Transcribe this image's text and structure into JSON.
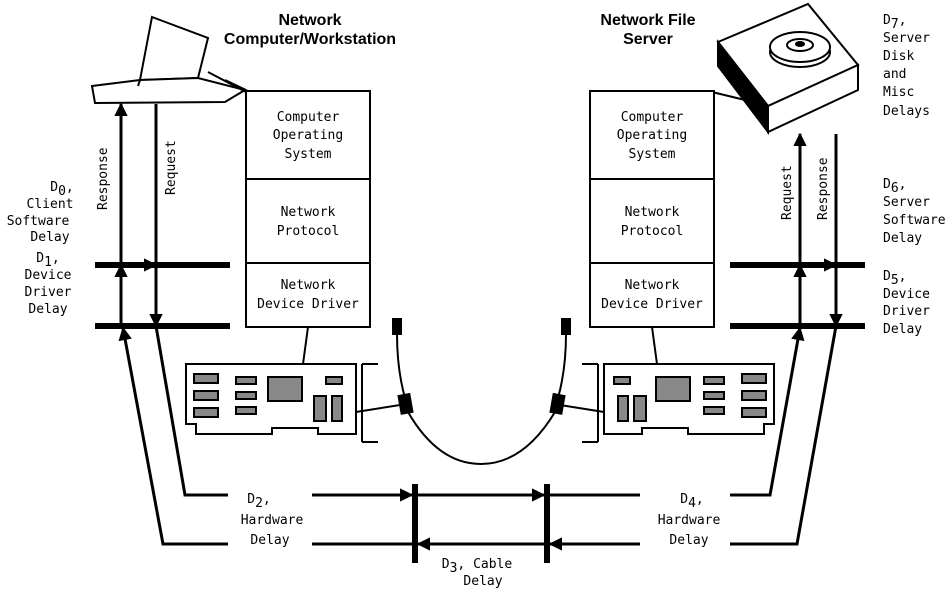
{
  "titles": {
    "workstation": [
      "Network",
      "Computer/Workstation"
    ],
    "server": [
      "Network File",
      "Server"
    ]
  },
  "stack_layers": [
    "Computer Operating System",
    "Network Protocol",
    "Network Device Driver"
  ],
  "client_stack": {
    "os": [
      "Computer",
      "Operating",
      "System"
    ],
    "protocol": [
      "Network",
      "Protocol"
    ],
    "driver": [
      "Network",
      "Device Driver"
    ]
  },
  "server_stack": {
    "os": [
      "Computer",
      "Operating",
      "System"
    ],
    "protocol": [
      "Network",
      "Protocol"
    ],
    "driver": [
      "Network",
      "Device Driver"
    ]
  },
  "arrows": {
    "client_response": "Response",
    "client_request": "Request",
    "server_request": "Request",
    "server_response": "Response"
  },
  "delays": {
    "d0": {
      "sym": "D",
      "sub": "0",
      "suffix": ",",
      "lines": [
        "Client",
        "Software",
        "Delay"
      ]
    },
    "d1": {
      "sym": "D",
      "sub": "1",
      "suffix": ",",
      "lines": [
        "Device",
        "Driver",
        "Delay"
      ]
    },
    "d2": {
      "sym": "D",
      "sub": "2",
      "suffix": ",",
      "lines": [
        "Hardware",
        "Delay"
      ]
    },
    "d3": {
      "sym": "D",
      "sub": "3",
      "suffix": ", Cable",
      "lines": [
        "Delay"
      ]
    },
    "d4": {
      "sym": "D",
      "sub": "4",
      "suffix": ",",
      "lines": [
        "Hardware",
        "Delay"
      ]
    },
    "d5": {
      "sym": "D",
      "sub": "5",
      "suffix": ",",
      "lines": [
        "Device",
        "Driver",
        "Delay"
      ]
    },
    "d6": {
      "sym": "D",
      "sub": "6",
      "suffix": ",",
      "lines": [
        "Server",
        "Software",
        "Delay"
      ]
    },
    "d7": {
      "sym": "D",
      "sub": "7",
      "suffix": ",",
      "lines": [
        "Server",
        "Disk",
        "and",
        "Misc",
        "Delays"
      ]
    }
  }
}
